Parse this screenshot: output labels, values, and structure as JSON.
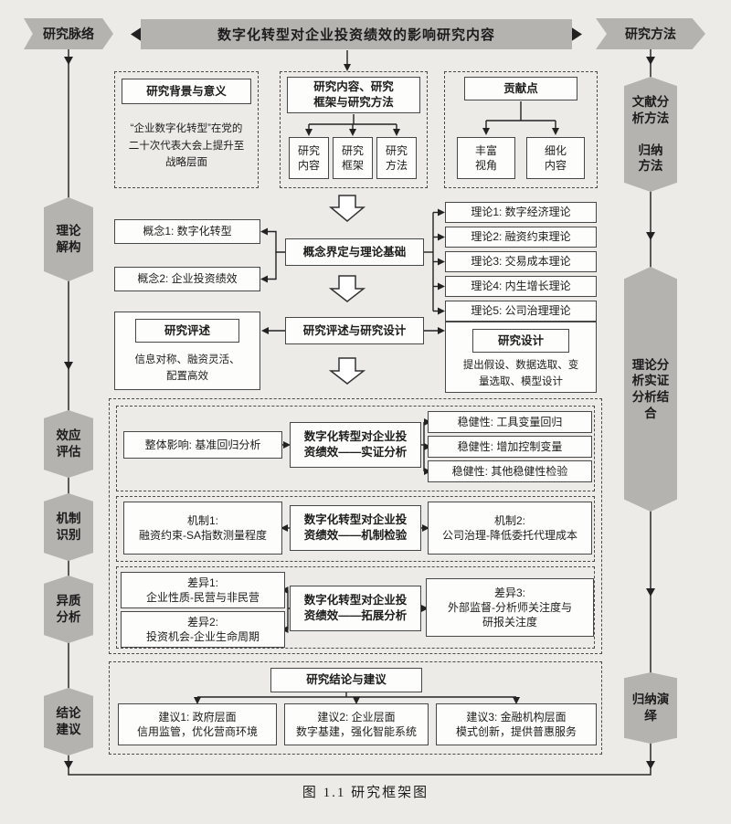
{
  "colors": {
    "shape_fill": "#b5b3b0",
    "line": "#222222",
    "page_bg": "#edebe8"
  },
  "header": {
    "left_tab": "研究脉络",
    "title": "数字化转型对企业投资绩效的影响研究内容",
    "right_tab": "研究方法"
  },
  "left_rail": [
    "理论\n解构",
    "效应\n评估",
    "机制\n识别",
    "异质\n分析",
    "结论\n建议"
  ],
  "right_rail": [
    "文献分\n析方法\n\n归纳\n方法",
    "理论分\n析实证\n分析结\n合",
    "归纳演\n绎"
  ],
  "overview": {
    "background": {
      "title": "研究背景与意义",
      "body": "“企业数字化转型”在党的\n二十次代表大会上提升至\n战略层面"
    },
    "framework": {
      "title": "研究内容、研究\n框架与研究方法",
      "items": [
        "研究\n内容",
        "研究\n框架",
        "研究\n方法"
      ]
    },
    "contribution": {
      "title": "贡献点",
      "items": [
        "丰富\n视角",
        "细化\n内容"
      ]
    }
  },
  "theory": {
    "concepts": [
      "概念1: 数字化转型",
      "概念2: 企业投资绩效"
    ],
    "center": "概念界定与理论基础",
    "theories": [
      "理论1: 数字经济理论",
      "理论2: 融资约束理论",
      "理论3: 交易成本理论",
      "理论4: 内生增长理论",
      "理论5: 公司治理理论"
    ]
  },
  "review_design": {
    "review": {
      "title": "研究评述",
      "body": "信息对称、融资灵活、\n配置高效"
    },
    "center": "研究评述与研究设计",
    "design": {
      "title": "研究设计",
      "body": "提出假设、数据选取、变\n量选取、模型设计"
    }
  },
  "empirical": {
    "left": "整体影响: 基准回归分析",
    "center": "数字化转型对企业投\n资绩效——实证分析",
    "robustness": [
      "稳健性: 工具变量回归",
      "稳健性: 增加控制变量",
      "稳健性: 其他稳健性检验"
    ]
  },
  "mechanism": {
    "left": "机制1:\n融资约束-SA指数测量程度",
    "center": "数字化转型对企业投\n资绩效——机制检验",
    "right": "机制2:\n公司治理-降低委托代理成本"
  },
  "heterogeneity": {
    "left1": "差异1:\n企业性质-民营与非民营",
    "left2": "差异2:\n投资机会-企业生命周期",
    "center": "数字化转型对企业投\n资绩效——拓展分析",
    "right": "差异3:\n外部监督-分析师关注度与\n研报关注度"
  },
  "conclusion": {
    "title": "研究结论与建议",
    "items": [
      "建议1: 政府层面\n信用监管，优化营商环境",
      "建议2: 企业层面\n数字基建，强化智能系统",
      "建议3: 金融机构层面\n模式创新，提供普惠服务"
    ]
  },
  "caption": "图 1.1 研究框架图"
}
